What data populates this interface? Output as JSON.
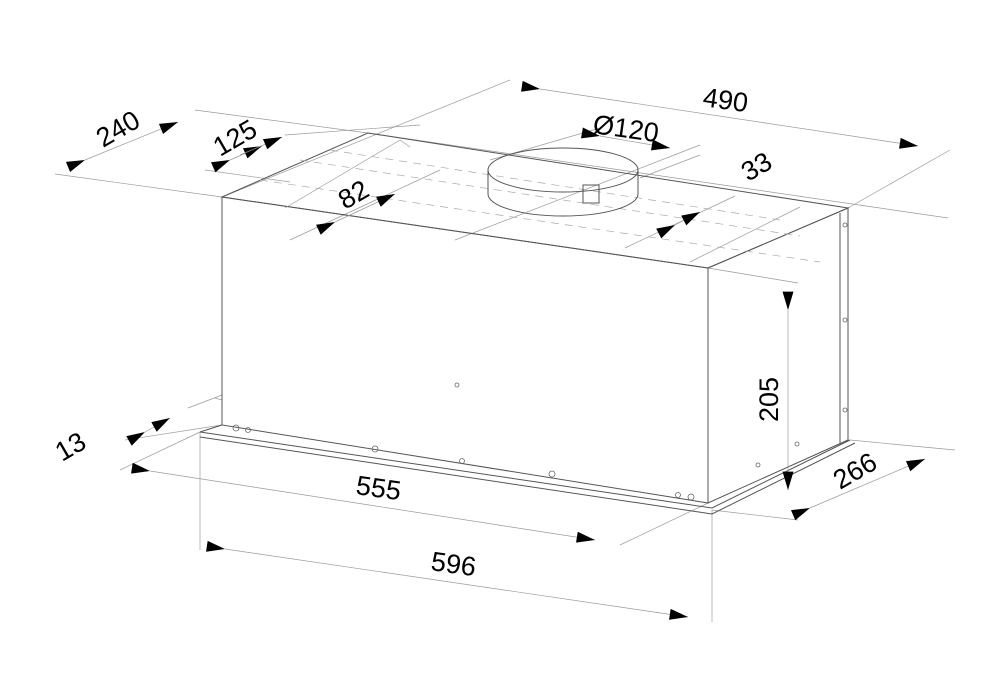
{
  "drawing": {
    "dimensions": {
      "overall_depth": "490",
      "width_top": "240",
      "offset_125": "125",
      "duct_diameter": "Ø120",
      "offset_33": "33",
      "offset_82": "82",
      "height": "205",
      "depth_266": "266",
      "flange": "13",
      "body_width": "555",
      "total_width": "596"
    }
  }
}
